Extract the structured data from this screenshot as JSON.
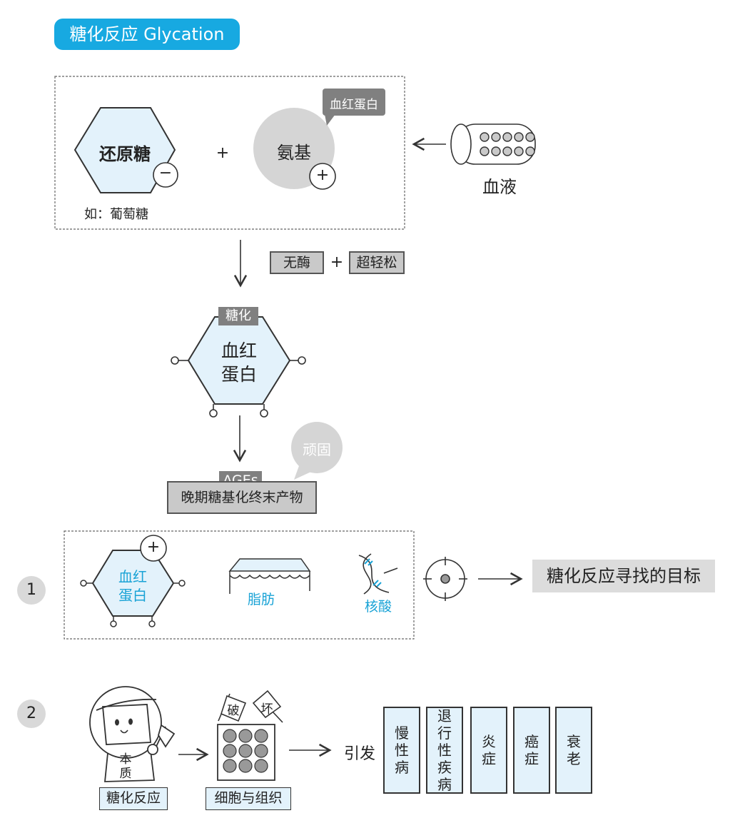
{
  "title": "糖化反应 Glycation",
  "reaction": {
    "reducing_sugar": "还原糖",
    "example": "如：葡萄糖",
    "amino": "氨基",
    "amino_tag": "血红蛋白",
    "blood": "血液",
    "plus": "+",
    "minus_sign": "−",
    "plus_sign": "+"
  },
  "conditions": {
    "no_enzyme": "无酶",
    "plus": "+",
    "easy": "超轻松"
  },
  "glycated": {
    "tag": "糖化",
    "line1": "血红",
    "line2": "蛋白"
  },
  "ages": {
    "tag": "AGEs",
    "label": "晚期糖基化终末产物",
    "bubble": "顽固"
  },
  "section1": {
    "number": "1",
    "hemoglobin_line1": "血红",
    "hemoglobin_line2": "蛋白",
    "plus_sign": "+",
    "fat": "脂肪",
    "nucleic_acid": "核酸",
    "target": "糖化反应寻找的目标"
  },
  "section2": {
    "number": "2",
    "nature_line1": "本",
    "nature_line2": "质",
    "caption_glycation": "糖化反应",
    "flag_break": "破",
    "flag_bad": "坏",
    "caption_cells": "细胞与组织",
    "trigger": "引发",
    "diseases": [
      [
        "慢",
        "性",
        "病"
      ],
      [
        "退",
        "行",
        "性",
        "疾",
        "病"
      ],
      [
        "炎",
        "症"
      ],
      [
        "癌",
        "症"
      ],
      [
        "衰",
        "老"
      ]
    ]
  },
  "colors": {
    "accent": "#17a9e1",
    "light_blue": "#e3f2fb",
    "gray_box": "#c9c9c9",
    "dark_tag": "#808080"
  }
}
